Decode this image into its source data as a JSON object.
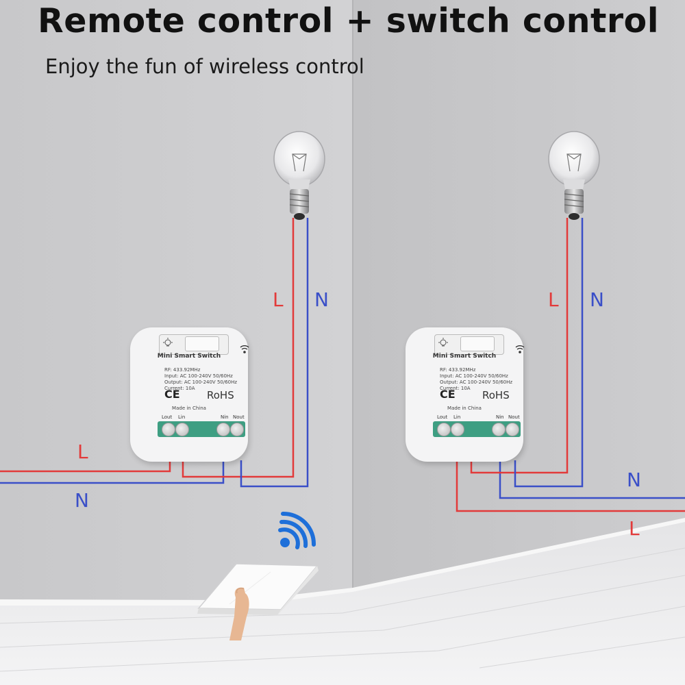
{
  "headline": "Remote control + switch control",
  "subline": "Enjoy the fun of wireless control",
  "wire_labels": {
    "live": "L",
    "neutral": "N"
  },
  "module": {
    "title": "Mini  Smart  Switch",
    "rf": "RF: 433.92MHz",
    "input": "Input:  AC 100-240V  50/60Hz",
    "output": "Output:  AC 100-240V  50/60Hz",
    "current": "Current:  10A",
    "ce_mark": "CE",
    "rohs": "RoHS",
    "made_in": "Made in China",
    "terminals": [
      "Lout",
      "Lin",
      "Nin",
      "Nout"
    ]
  },
  "icons": [
    "light-bulb-icon",
    "wireless-signal-icon",
    "wall-switch-icon",
    "hand-icon",
    "bulb-button-icon"
  ],
  "colors": {
    "live_wire": "#e23a3a",
    "neutral_wire": "#3a4fc8",
    "terminal_block": "#3e9e82",
    "wifi_blue": "#1e6fd9"
  }
}
